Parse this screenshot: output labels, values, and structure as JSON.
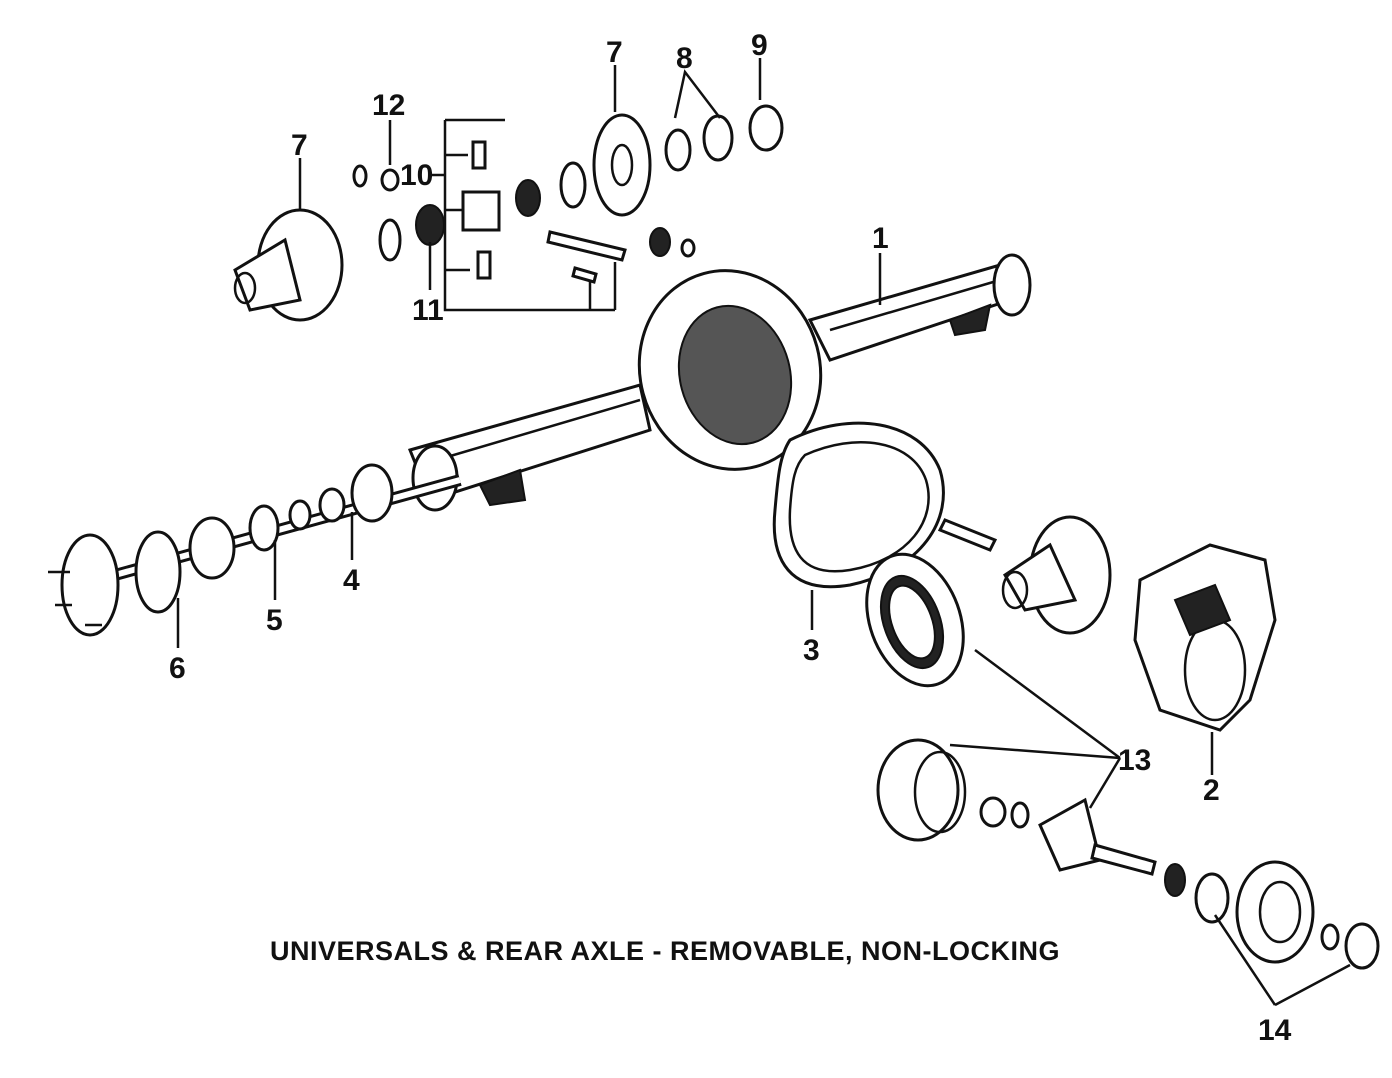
{
  "caption": "UNIVERSALS & REAR AXLE - REMOVABLE, NON-LOCKING",
  "callouts": {
    "c1": "1",
    "c2": "2",
    "c3": "3",
    "c4": "4",
    "c5": "5",
    "c6": "6",
    "c7a": "7",
    "c7b": "7",
    "c8": "8",
    "c9": "9",
    "c10": "10",
    "c11": "11",
    "c12": "12",
    "c13": "13",
    "c14": "14"
  }
}
